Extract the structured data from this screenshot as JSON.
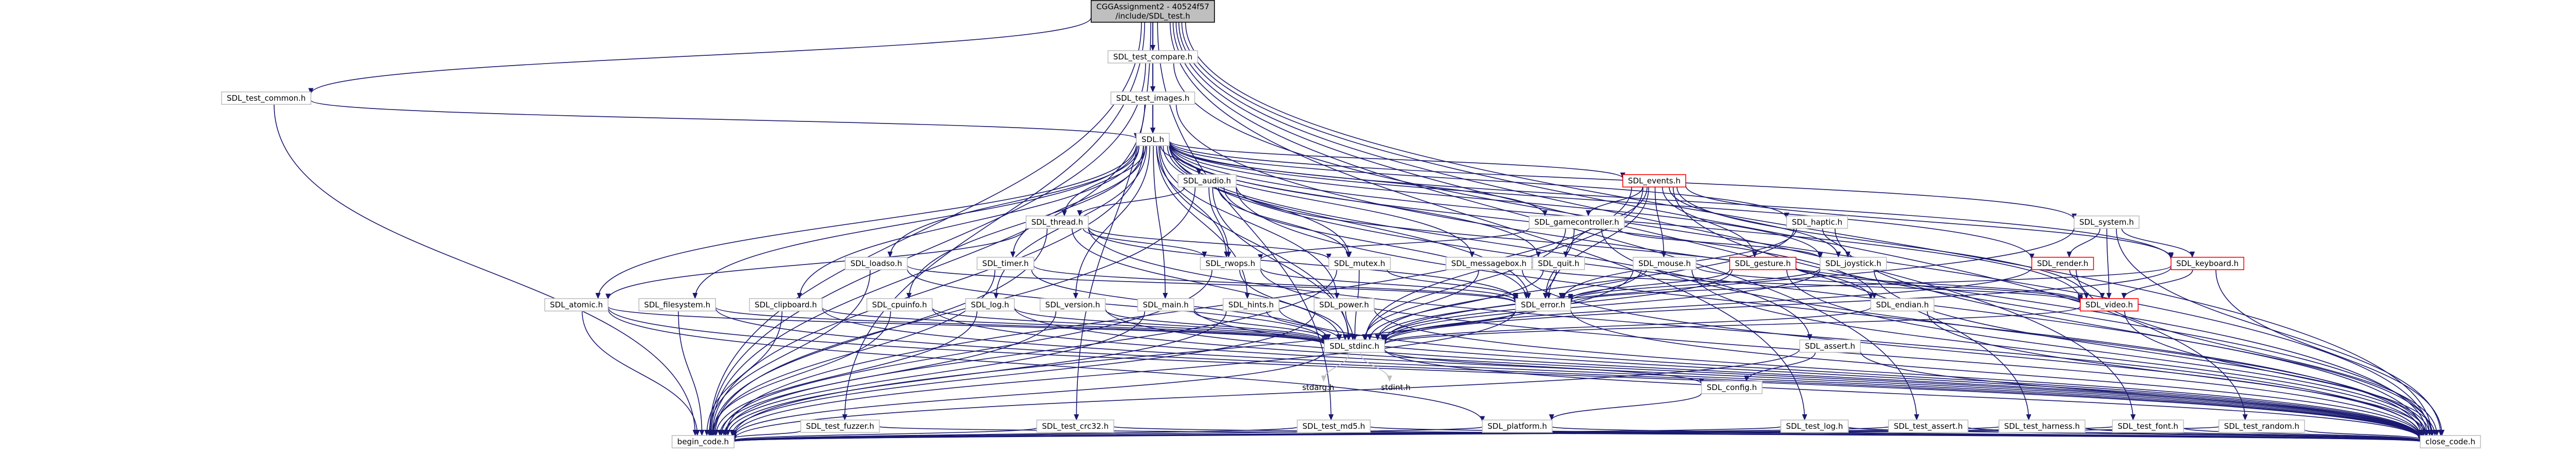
{
  "diagram": {
    "nodes": [
      {
        "id": "root",
        "label": [
          "CGGAssignment2 - 40524f57",
          "/include/SDL_test.h"
        ],
        "kind": "root"
      },
      {
        "id": "test_compare",
        "label": [
          "SDL_test_compare.h"
        ]
      },
      {
        "id": "test_common",
        "label": [
          "SDL_test_common.h"
        ]
      },
      {
        "id": "test_images",
        "label": [
          "SDL_test_images.h"
        ]
      },
      {
        "id": "sdl",
        "label": [
          "SDL.h"
        ]
      },
      {
        "id": "events",
        "label": [
          "SDL_events.h"
        ],
        "kind": "red"
      },
      {
        "id": "audio",
        "label": [
          "SDL_audio.h"
        ]
      },
      {
        "id": "thread",
        "label": [
          "SDL_thread.h"
        ]
      },
      {
        "id": "gamecontroller",
        "label": [
          "SDL_gamecontroller.h"
        ]
      },
      {
        "id": "haptic",
        "label": [
          "SDL_haptic.h"
        ]
      },
      {
        "id": "system",
        "label": [
          "SDL_system.h"
        ]
      },
      {
        "id": "render",
        "label": [
          "SDL_render.h"
        ],
        "kind": "red"
      },
      {
        "id": "keyboard",
        "label": [
          "SDL_keyboard.h"
        ],
        "kind": "red"
      },
      {
        "id": "rwops",
        "label": [
          "SDL_rwops.h"
        ]
      },
      {
        "id": "mutex",
        "label": [
          "SDL_mutex.h"
        ]
      },
      {
        "id": "messagebox",
        "label": [
          "SDL_messagebox.h"
        ]
      },
      {
        "id": "quit",
        "label": [
          "SDL_quit.h"
        ]
      },
      {
        "id": "mouse",
        "label": [
          "SDL_mouse.h"
        ]
      },
      {
        "id": "gesture",
        "label": [
          "SDL_gesture.h"
        ],
        "kind": "red"
      },
      {
        "id": "joystick",
        "label": [
          "SDL_joystick.h"
        ]
      },
      {
        "id": "loadso",
        "label": [
          "SDL_loadso.h"
        ]
      },
      {
        "id": "timer",
        "label": [
          "SDL_timer.h"
        ]
      },
      {
        "id": "error",
        "label": [
          "SDL_error.h"
        ]
      },
      {
        "id": "video",
        "label": [
          "SDL_video.h"
        ],
        "kind": "red"
      },
      {
        "id": "atomic",
        "label": [
          "SDL_atomic.h"
        ]
      },
      {
        "id": "filesystem",
        "label": [
          "SDL_filesystem.h"
        ]
      },
      {
        "id": "clipboard",
        "label": [
          "SDL_clipboard.h"
        ]
      },
      {
        "id": "cpuinfo",
        "label": [
          "SDL_cpuinfo.h"
        ]
      },
      {
        "id": "log",
        "label": [
          "SDL_log.h"
        ]
      },
      {
        "id": "version",
        "label": [
          "SDL_version.h"
        ]
      },
      {
        "id": "main",
        "label": [
          "SDL_main.h"
        ]
      },
      {
        "id": "hints",
        "label": [
          "SDL_hints.h"
        ]
      },
      {
        "id": "power",
        "label": [
          "SDL_power.h"
        ]
      },
      {
        "id": "endian",
        "label": [
          "SDL_endian.h"
        ]
      },
      {
        "id": "stdinc",
        "label": [
          "SDL_stdinc.h"
        ]
      },
      {
        "id": "stdarg",
        "label": [
          "stdarg.h"
        ],
        "kind": "gray"
      },
      {
        "id": "stdint",
        "label": [
          "stdint.h"
        ],
        "kind": "gray"
      },
      {
        "id": "assert",
        "label": [
          "SDL_assert.h"
        ]
      },
      {
        "id": "config",
        "label": [
          "SDL_config.h"
        ]
      },
      {
        "id": "platform",
        "label": [
          "SDL_platform.h"
        ]
      },
      {
        "id": "test_fuzzer",
        "label": [
          "SDL_test_fuzzer.h"
        ]
      },
      {
        "id": "test_crc32",
        "label": [
          "SDL_test_crc32.h"
        ]
      },
      {
        "id": "test_md5",
        "label": [
          "SDL_test_md5.h"
        ]
      },
      {
        "id": "test_log",
        "label": [
          "SDL_test_log.h"
        ]
      },
      {
        "id": "test_assert",
        "label": [
          "SDL_test_assert.h"
        ]
      },
      {
        "id": "test_harness",
        "label": [
          "SDL_test_harness.h"
        ]
      },
      {
        "id": "test_font",
        "label": [
          "SDL_test_font.h"
        ]
      },
      {
        "id": "test_random",
        "label": [
          "SDL_test_random.h"
        ]
      },
      {
        "id": "begin_code",
        "label": [
          "begin_code.h"
        ]
      },
      {
        "id": "close_code",
        "label": [
          "close_code.h"
        ]
      }
    ],
    "edges": [
      [
        "root",
        "test_compare"
      ],
      [
        "root",
        "test_common"
      ],
      [
        "root",
        "test_images"
      ],
      [
        "root",
        "sdl"
      ],
      [
        "root",
        "begin_code"
      ],
      [
        "root",
        "close_code"
      ],
      [
        "root",
        "test_fuzzer"
      ],
      [
        "root",
        "test_crc32"
      ],
      [
        "root",
        "test_md5"
      ],
      [
        "root",
        "test_log"
      ],
      [
        "root",
        "test_assert"
      ],
      [
        "root",
        "test_harness"
      ],
      [
        "root",
        "test_font"
      ],
      [
        "root",
        "test_random"
      ],
      [
        "test_compare",
        "sdl"
      ],
      [
        "test_compare",
        "test_images"
      ],
      [
        "test_compare",
        "begin_code"
      ],
      [
        "test_compare",
        "close_code"
      ],
      [
        "test_common",
        "sdl"
      ],
      [
        "test_common",
        "begin_code"
      ],
      [
        "test_images",
        "sdl"
      ],
      [
        "test_images",
        "begin_code"
      ],
      [
        "test_images",
        "close_code"
      ],
      [
        "sdl",
        "events"
      ],
      [
        "sdl",
        "audio"
      ],
      [
        "sdl",
        "thread"
      ],
      [
        "sdl",
        "gamecontroller"
      ],
      [
        "sdl",
        "haptic"
      ],
      [
        "sdl",
        "system"
      ],
      [
        "sdl",
        "render"
      ],
      [
        "sdl",
        "keyboard"
      ],
      [
        "sdl",
        "rwops"
      ],
      [
        "sdl",
        "mutex"
      ],
      [
        "sdl",
        "messagebox"
      ],
      [
        "sdl",
        "quit"
      ],
      [
        "sdl",
        "loadso"
      ],
      [
        "sdl",
        "timer"
      ],
      [
        "sdl",
        "error"
      ],
      [
        "sdl",
        "video"
      ],
      [
        "sdl",
        "atomic"
      ],
      [
        "sdl",
        "filesystem"
      ],
      [
        "sdl",
        "clipboard"
      ],
      [
        "sdl",
        "cpuinfo"
      ],
      [
        "sdl",
        "log"
      ],
      [
        "sdl",
        "version"
      ],
      [
        "sdl",
        "main"
      ],
      [
        "sdl",
        "hints"
      ],
      [
        "sdl",
        "power"
      ],
      [
        "sdl",
        "endian"
      ],
      [
        "sdl",
        "stdinc"
      ],
      [
        "sdl",
        "assert"
      ],
      [
        "sdl",
        "joystick"
      ],
      [
        "sdl",
        "begin_code"
      ],
      [
        "sdl",
        "close_code"
      ],
      [
        "events",
        "gamecontroller"
      ],
      [
        "events",
        "quit"
      ],
      [
        "events",
        "mouse"
      ],
      [
        "events",
        "gesture"
      ],
      [
        "events",
        "joystick"
      ],
      [
        "events",
        "keyboard"
      ],
      [
        "events",
        "video"
      ],
      [
        "events",
        "error"
      ],
      [
        "events",
        "stdinc"
      ],
      [
        "events",
        "begin_code"
      ],
      [
        "events",
        "close_code"
      ],
      [
        "audio",
        "thread"
      ],
      [
        "audio",
        "rwops"
      ],
      [
        "audio",
        "mutex"
      ],
      [
        "audio",
        "error"
      ],
      [
        "audio",
        "stdinc"
      ],
      [
        "audio",
        "endian"
      ],
      [
        "audio",
        "begin_code"
      ],
      [
        "audio",
        "close_code"
      ],
      [
        "thread",
        "rwops"
      ],
      [
        "thread",
        "mutex"
      ],
      [
        "thread",
        "atomic"
      ],
      [
        "thread",
        "error"
      ],
      [
        "thread",
        "stdinc"
      ],
      [
        "thread",
        "begin_code"
      ],
      [
        "thread",
        "close_code"
      ],
      [
        "gamecontroller",
        "joystick"
      ],
      [
        "gamecontroller",
        "rwops"
      ],
      [
        "gamecontroller",
        "error"
      ],
      [
        "gamecontroller",
        "stdinc"
      ],
      [
        "gamecontroller",
        "close_code"
      ],
      [
        "haptic",
        "joystick"
      ],
      [
        "haptic",
        "error"
      ],
      [
        "haptic",
        "stdinc"
      ],
      [
        "haptic",
        "close_code"
      ],
      [
        "system",
        "render"
      ],
      [
        "system",
        "keyboard"
      ],
      [
        "system",
        "video"
      ],
      [
        "system",
        "stdinc"
      ],
      [
        "system",
        "close_code"
      ],
      [
        "render",
        "video"
      ],
      [
        "render",
        "stdinc"
      ],
      [
        "render",
        "close_code"
      ],
      [
        "keyboard",
        "video"
      ],
      [
        "keyboard",
        "error"
      ],
      [
        "keyboard",
        "stdinc"
      ],
      [
        "keyboard",
        "close_code"
      ],
      [
        "rwops",
        "error"
      ],
      [
        "rwops",
        "stdinc"
      ],
      [
        "rwops",
        "begin_code"
      ],
      [
        "rwops",
        "close_code"
      ],
      [
        "mutex",
        "error"
      ],
      [
        "mutex",
        "stdinc"
      ],
      [
        "mutex",
        "begin_code"
      ],
      [
        "messagebox",
        "video"
      ],
      [
        "messagebox",
        "stdinc"
      ],
      [
        "messagebox",
        "close_code"
      ],
      [
        "quit",
        "error"
      ],
      [
        "quit",
        "stdinc"
      ],
      [
        "mouse",
        "video"
      ],
      [
        "mouse",
        "error"
      ],
      [
        "mouse",
        "stdinc"
      ],
      [
        "mouse",
        "begin_code"
      ],
      [
        "mouse",
        "close_code"
      ],
      [
        "gesture",
        "video"
      ],
      [
        "gesture",
        "error"
      ],
      [
        "gesture",
        "stdinc"
      ],
      [
        "gesture",
        "close_code"
      ],
      [
        "joystick",
        "error"
      ],
      [
        "joystick",
        "stdinc"
      ],
      [
        "joystick",
        "close_code"
      ],
      [
        "loadso",
        "error"
      ],
      [
        "loadso",
        "stdinc"
      ],
      [
        "loadso",
        "begin_code"
      ],
      [
        "timer",
        "error"
      ],
      [
        "timer",
        "stdinc"
      ],
      [
        "timer",
        "begin_code"
      ],
      [
        "error",
        "stdinc"
      ],
      [
        "error",
        "begin_code"
      ],
      [
        "error",
        "close_code"
      ],
      [
        "video",
        "stdinc"
      ],
      [
        "video",
        "close_code"
      ],
      [
        "atomic",
        "stdinc"
      ],
      [
        "atomic",
        "platform"
      ],
      [
        "atomic",
        "begin_code"
      ],
      [
        "atomic",
        "close_code"
      ],
      [
        "filesystem",
        "stdinc"
      ],
      [
        "filesystem",
        "begin_code"
      ],
      [
        "filesystem",
        "close_code"
      ],
      [
        "clipboard",
        "stdinc"
      ],
      [
        "clipboard",
        "begin_code"
      ],
      [
        "clipboard",
        "close_code"
      ],
      [
        "cpuinfo",
        "stdinc"
      ],
      [
        "cpuinfo",
        "begin_code"
      ],
      [
        "cpuinfo",
        "close_code"
      ],
      [
        "log",
        "stdinc"
      ],
      [
        "log",
        "begin_code"
      ],
      [
        "log",
        "close_code"
      ],
      [
        "version",
        "stdinc"
      ],
      [
        "version",
        "begin_code"
      ],
      [
        "version",
        "close_code"
      ],
      [
        "main",
        "stdinc"
      ],
      [
        "main",
        "begin_code"
      ],
      [
        "main",
        "close_code"
      ],
      [
        "hints",
        "stdinc"
      ],
      [
        "hints",
        "begin_code"
      ],
      [
        "hints",
        "close_code"
      ],
      [
        "power",
        "stdinc"
      ],
      [
        "power",
        "begin_code"
      ],
      [
        "power",
        "close_code"
      ],
      [
        "endian",
        "stdinc"
      ],
      [
        "endian",
        "close_code"
      ],
      [
        "stdinc",
        "stdarg"
      ],
      [
        "stdinc",
        "stdint"
      ],
      [
        "stdinc",
        "config"
      ],
      [
        "stdinc",
        "begin_code"
      ],
      [
        "stdinc",
        "close_code"
      ],
      [
        "config",
        "platform"
      ],
      [
        "assert",
        "config"
      ],
      [
        "assert",
        "begin_code"
      ],
      [
        "assert",
        "close_code"
      ],
      [
        "platform",
        "begin_code"
      ],
      [
        "platform",
        "close_code"
      ],
      [
        "test_fuzzer",
        "begin_code"
      ],
      [
        "test_fuzzer",
        "close_code"
      ],
      [
        "test_crc32",
        "begin_code"
      ],
      [
        "test_crc32",
        "close_code"
      ],
      [
        "test_md5",
        "begin_code"
      ],
      [
        "test_md5",
        "close_code"
      ],
      [
        "test_log",
        "begin_code"
      ],
      [
        "test_log",
        "close_code"
      ],
      [
        "test_assert",
        "begin_code"
      ],
      [
        "test_assert",
        "close_code"
      ],
      [
        "test_harness",
        "begin_code"
      ],
      [
        "test_harness",
        "close_code"
      ],
      [
        "test_font",
        "begin_code"
      ],
      [
        "test_font",
        "close_code"
      ],
      [
        "test_random",
        "begin_code"
      ],
      [
        "test_random",
        "close_code"
      ]
    ]
  }
}
